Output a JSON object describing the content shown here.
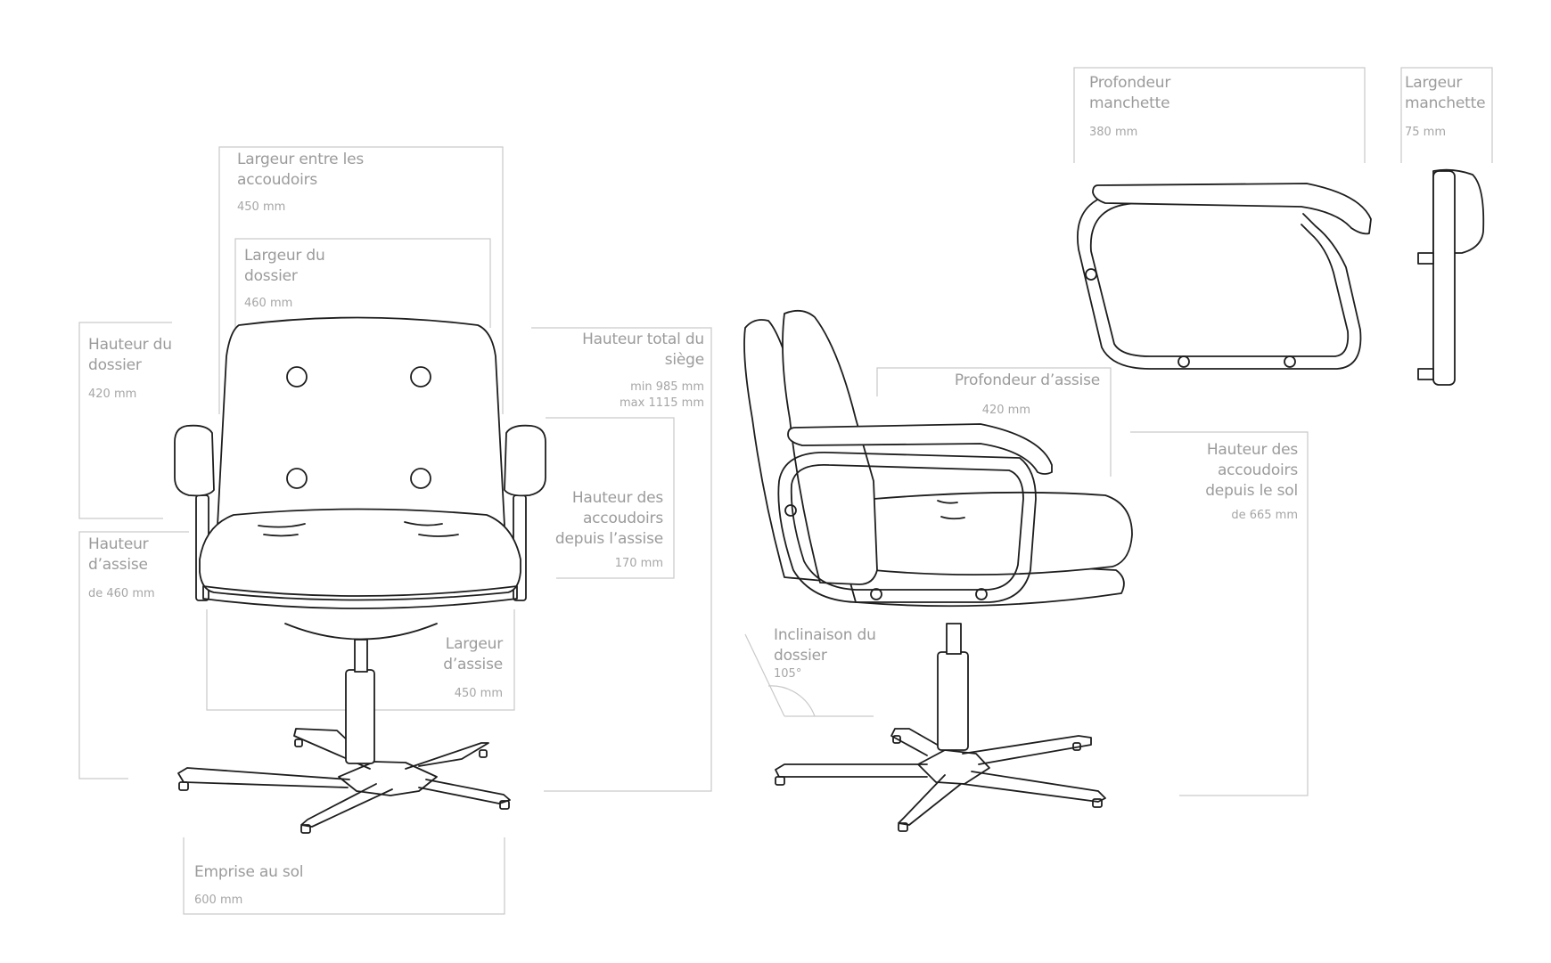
{
  "dimensions": {
    "largeur_accoudoirs": {
      "label": "Largeur entre les accoudoirs",
      "value": "450 mm"
    },
    "largeur_dossier": {
      "label": "Largeur du dossier",
      "value": "460 mm"
    },
    "hauteur_dossier": {
      "label": "Hauteur du dossier",
      "value": "420 mm"
    },
    "hauteur_assise": {
      "label": "Hauteur d’assise",
      "value": "de 460 mm"
    },
    "hauteur_total": {
      "label": "Hauteur total du siège",
      "value_min": "min 985 mm",
      "value_max": "max 1115 mm"
    },
    "hauteur_accoudoirs_assise": {
      "label": "Hauteur des accoudoirs depuis l’assise",
      "value": "170 mm"
    },
    "largeur_assise": {
      "label": "Largeur d’assise",
      "value": "450 mm"
    },
    "emprise_sol": {
      "label": "Emprise au sol",
      "value": "600 mm"
    },
    "profondeur_assise": {
      "label": "Profondeur d’assise",
      "value": "420 mm"
    },
    "inclinaison_dossier": {
      "label": "Inclinaison du dossier",
      "value": "105°"
    },
    "hauteur_accoudoirs_sol": {
      "label": "Hauteur des accoudoirs depuis le sol",
      "value": "de 665 mm"
    },
    "profondeur_manchette": {
      "label": "Profondeur manchette",
      "value": "380 mm"
    },
    "largeur_manchette": {
      "label": "Largeur manchette",
      "value": "75 mm"
    }
  },
  "colors": {
    "line": "#1e1e1e",
    "dimension_line": "#c9c9c9",
    "text": "#9b9b9b"
  }
}
